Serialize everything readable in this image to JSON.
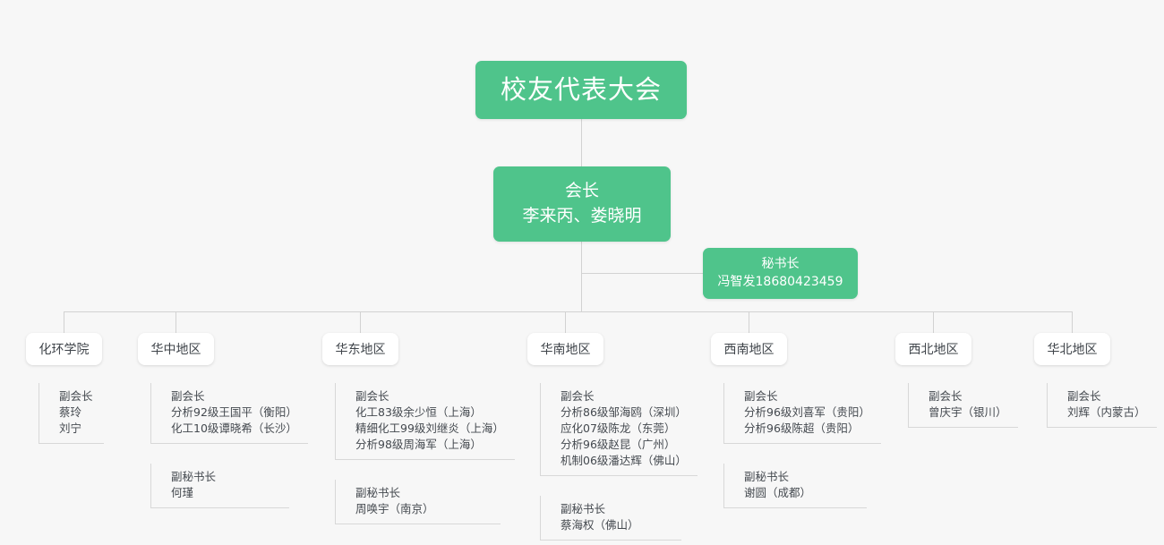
{
  "theme": {
    "background": "#f7f7f7",
    "accent_green": "#4fc48b",
    "line_color": "#d2d2d2",
    "box_white": "#ffffff",
    "text_dark": "#3f444a"
  },
  "root": {
    "title": "校友代表大会"
  },
  "president": {
    "role": "会长",
    "names": "李来丙、娄晓明"
  },
  "secretary": {
    "role": "秘书长",
    "names": "冯智发18680423459"
  },
  "branches": [
    {
      "label": "化环学院",
      "blocks": [
        {
          "title": "副会长",
          "members": [
            "蔡玲",
            "刘宁"
          ]
        }
      ]
    },
    {
      "label": "华中地区",
      "blocks": [
        {
          "title": "副会长",
          "members": [
            "分析92级王国平（衡阳）",
            "化工10级谭晓希（长沙）"
          ]
        },
        {
          "title": "副秘书长",
          "members": [
            "何瑾"
          ]
        }
      ]
    },
    {
      "label": "华东地区",
      "blocks": [
        {
          "title": "副会长",
          "members": [
            "化工83级余少恒（上海）",
            "精细化工99级刘继炎（上海）",
            "分析98级周海军（上海）"
          ]
        },
        {
          "title": "副秘书长",
          "members": [
            "周唤宇（南京）"
          ]
        }
      ]
    },
    {
      "label": "华南地区",
      "blocks": [
        {
          "title": "副会长",
          "members": [
            "分析86级邹海鸥（深圳）",
            "应化07级陈龙（东莞）",
            "分析96级赵昆（广州）",
            "机制06级潘达辉（佛山）"
          ]
        },
        {
          "title": "副秘书长",
          "members": [
            "蔡海权（佛山）"
          ]
        }
      ]
    },
    {
      "label": "西南地区",
      "blocks": [
        {
          "title": "副会长",
          "members": [
            "分析96级刘喜军（贵阳）",
            "分析96级陈超（贵阳）"
          ]
        },
        {
          "title": "副秘书长",
          "members": [
            "谢圆（成都）"
          ]
        }
      ]
    },
    {
      "label": "西北地区",
      "blocks": [
        {
          "title": "副会长",
          "members": [
            "曾庆宇（银川）"
          ]
        }
      ]
    },
    {
      "label": "华北地区",
      "blocks": [
        {
          "title": "副会长",
          "members": [
            "刘辉（内蒙古）"
          ]
        }
      ]
    }
  ]
}
